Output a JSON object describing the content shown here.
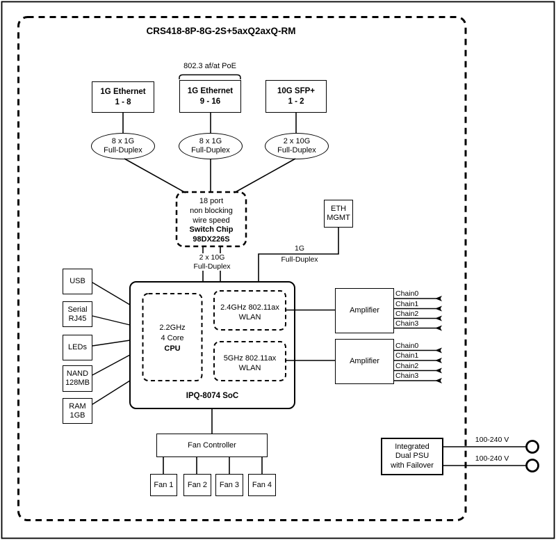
{
  "title": "CRS418-8P-8G-2S+5axQ2axQ-RM",
  "poe_label": "802.3 af/at PoE",
  "top_boxes": [
    {
      "line1": "1G Ethernet",
      "line2": "1 - 8"
    },
    {
      "line1": "1G Ethernet",
      "line2": "9 - 16"
    },
    {
      "line1": "10G SFP+",
      "line2": "1 - 2"
    }
  ],
  "link_ellipses": [
    {
      "line1": "8 x 1G",
      "line2": "Full-Duplex"
    },
    {
      "line1": "8 x 1G",
      "line2": "Full-Duplex"
    },
    {
      "line1": "2 x 10G",
      "line2": "Full-Duplex"
    }
  ],
  "switch_chip": {
    "line1": "18 port",
    "line2": "non blocking",
    "line3": "wire speed",
    "line4": "Switch Chip",
    "line5": "98DX226S"
  },
  "eth_mgmt": {
    "line1": "ETH",
    "line2": "MGMT"
  },
  "switch_soc_link": {
    "line1": "2 x 10G",
    "line2": "Full-Duplex"
  },
  "mgmt_link": {
    "line1": "1G",
    "line2": "Full-Duplex"
  },
  "soc": {
    "label": "IPQ-8074 SoC",
    "cpu": {
      "line1": "2.2GHz",
      "line2": "4 Core",
      "line3": "CPU"
    },
    "wlan24": {
      "line1": "2.4GHz 802.11ax",
      "line2": "WLAN"
    },
    "wlan5": {
      "line1": "5GHz 802.11ax",
      "line2": "WLAN"
    }
  },
  "peripherals": [
    {
      "line1": "USB"
    },
    {
      "line1": "Serial",
      "line2": "RJ45"
    },
    {
      "line1": "LEDs"
    },
    {
      "line1": "NAND",
      "line2": "128MB"
    },
    {
      "line1": "RAM",
      "line2": "1GB"
    }
  ],
  "amplifiers": [
    {
      "label": "Amplifier",
      "chains": [
        "Chain0",
        "Chain1",
        "Chain2",
        "Chain3"
      ]
    },
    {
      "label": "Amplifier",
      "chains": [
        "Chain0",
        "Chain1",
        "Chain2",
        "Chain3"
      ]
    }
  ],
  "fan_controller": "Fan Controller",
  "fans": [
    "Fan 1",
    "Fan 2",
    "Fan 3",
    "Fan 4"
  ],
  "psu": {
    "line1": "Integrated",
    "line2": "Dual PSU",
    "line3": "with Failover",
    "input1": "100-240 V",
    "input2": "100-240 V"
  },
  "colors": {
    "line": "#000000",
    "background": "#ffffff"
  }
}
